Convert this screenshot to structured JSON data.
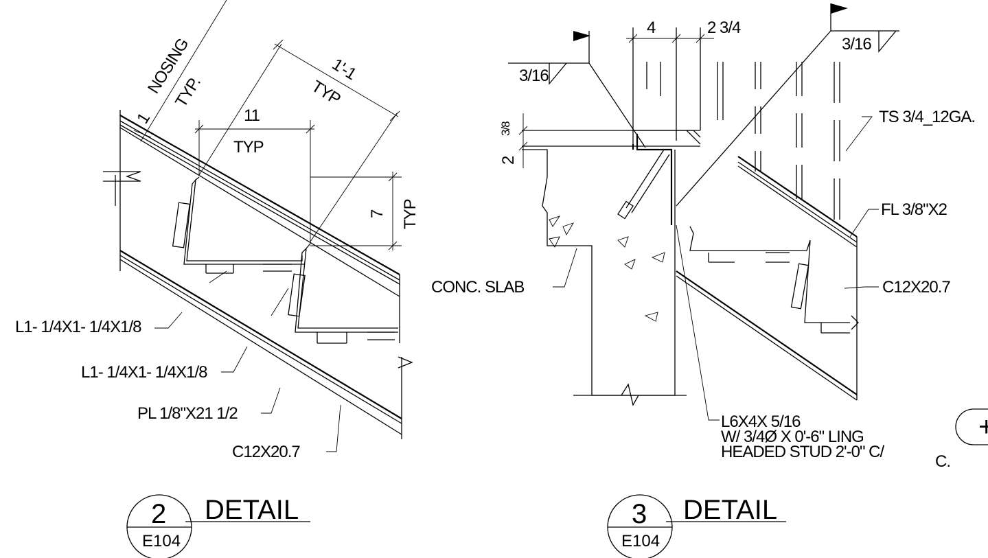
{
  "detail2": {
    "nosing": "NOSING",
    "nosing_typ": "TYP.",
    "dim_1": "1",
    "dim_11": "11",
    "dim_11_typ": "TYP",
    "dim_1_1": "1'-1",
    "dim_1_1_typ": "TYP",
    "dim_7": "7",
    "dim_7_typ": "TYP",
    "angle_upper": "L1- 1/4X1- 1/4X1/8",
    "angle_lower": "L1- 1/4X1- 1/4X1/8",
    "plate": "PL 1/8\"X21 1/2",
    "channel": "C12X20.7",
    "title_number": "2",
    "title_sheet": "E104",
    "title_label": "DETAIL"
  },
  "detail3": {
    "dim_4": "4",
    "dim_2_3_4": "2 3/4",
    "weld_left": "3/16",
    "weld_right": "3/16",
    "dim_3_8": "3/8",
    "dim_2": "2",
    "tube": "TS 3/4_12GA.",
    "flat_bar": "FL 3/8\"X2",
    "slab": "CONC. SLAB",
    "channel": "C12X20.7",
    "angle_line1": "L6X4X 5/16",
    "angle_line2": "W/ 3/4Ø X 0'-6\" LING",
    "angle_line3": "HEADED STUD 2'-0\" C/",
    "angle_line3_end": "C.",
    "title_number": "3",
    "title_sheet": "E104",
    "title_label": "DETAIL"
  },
  "edge_marker": "+",
  "colors": {
    "line": "#000000",
    "background": "#ffffff"
  }
}
